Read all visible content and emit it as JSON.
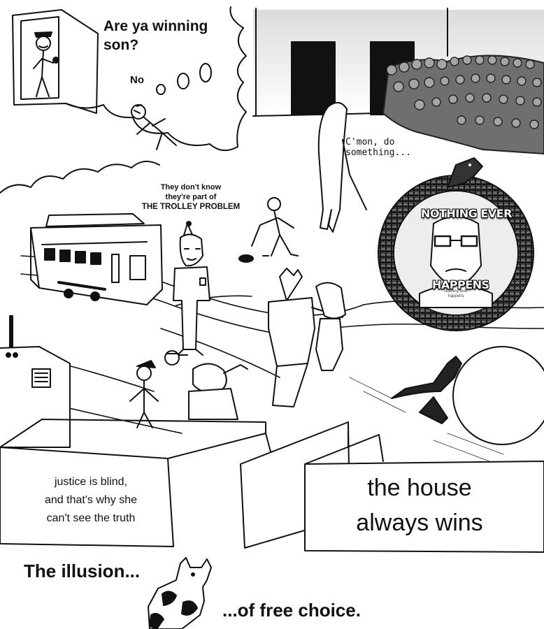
{
  "father_panel": {
    "question": "Are ya winning son?",
    "answer": "No"
  },
  "crowd_panel": {
    "caption": "C'mon, do something..."
  },
  "trolley_panel": {
    "caption_line1": "They don't know",
    "caption_line2": "they're part of",
    "caption_line3": "THE TROLLEY PROBLEM"
  },
  "ouroboros": {
    "top_text": "NOTHING EVER",
    "bottom_text": "HAPPENS",
    "shirt_text": "Nothing ever happens"
  },
  "justice_box": {
    "line1": "justice is blind,",
    "line2": "and that's why she",
    "line3": "can't see the truth"
  },
  "house_box": {
    "line1": "the house",
    "line2": "always wins"
  },
  "bottom": {
    "left_text": "The illusion...",
    "right_text": "...of free choice."
  },
  "colors": {
    "ink": "#111111",
    "panel_shade": "#e9e9e9",
    "paper": "#ffffff"
  }
}
